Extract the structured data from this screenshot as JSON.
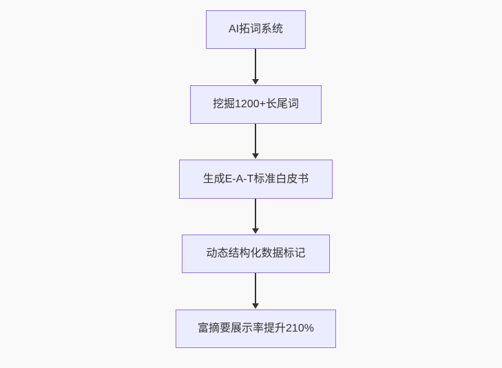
{
  "diagram": {
    "type": "flowchart",
    "direction": "top-down",
    "nodes": [
      {
        "label": "AI拓词系统"
      },
      {
        "label": "挖掘1200+长尾词"
      },
      {
        "label": "生成E-A-T标准白皮书"
      },
      {
        "label": "动态结构化数据标记"
      },
      {
        "label": "富摘要展示率提升210%"
      }
    ],
    "edges": [
      {
        "from": 0,
        "to": 1
      },
      {
        "from": 1,
        "to": 2
      },
      {
        "from": 2,
        "to": 3
      },
      {
        "from": 3,
        "to": 4
      }
    ],
    "colors": {
      "node_fill": "#ECECFF",
      "node_border": "#9370DB",
      "text": "#333333",
      "arrow": "#333333",
      "background": "#f9f9f9"
    }
  }
}
